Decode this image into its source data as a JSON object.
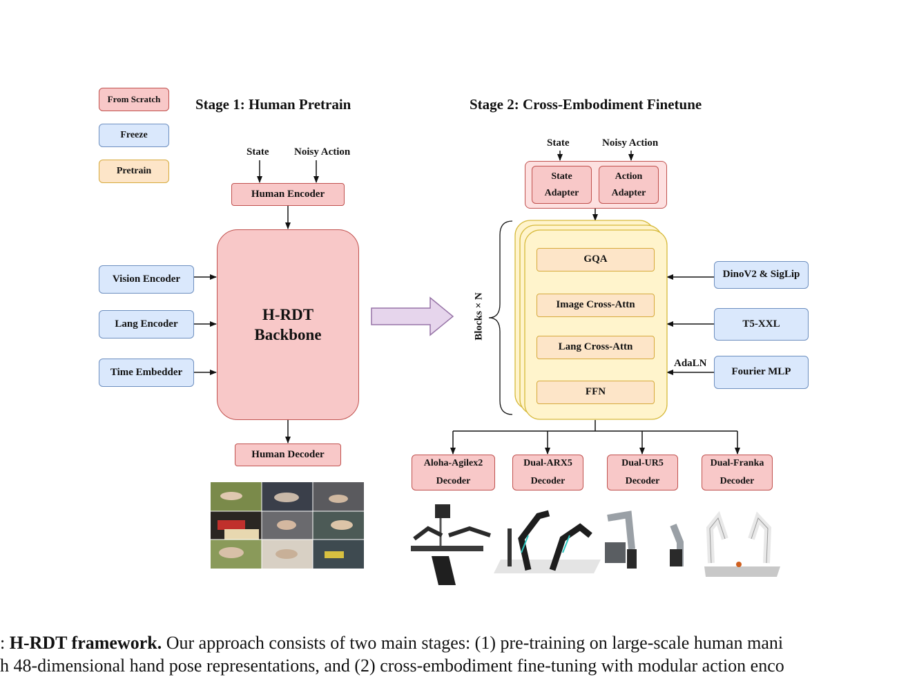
{
  "legend": {
    "from_scratch": "From Scratch",
    "freeze": "Freeze",
    "pretrain": "Pretrain"
  },
  "stage1": {
    "title": "Stage 1:  Human Pretrain",
    "state": "State",
    "noisy_action": "Noisy Action",
    "encoder": "Human Encoder",
    "backbone_line1": "H-RDT",
    "backbone_line2": "Backbone",
    "vision_encoder": "Vision Encoder",
    "lang_encoder": "Lang Encoder",
    "time_embedder": "Time Embedder",
    "decoder": "Human Decoder"
  },
  "stage2": {
    "title": "Stage 2:  Cross-Embodiment  Finetune",
    "state": "State",
    "noisy_action": "Noisy Action",
    "state_adapter_1": "State",
    "state_adapter_2": "Adapter",
    "action_adapter_1": "Action",
    "action_adapter_2": "Adapter",
    "blocks_label": "Blocks × N",
    "gqa": "GQA",
    "image_cross_attn": "Image Cross-Attn",
    "lang_cross_attn": "Lang Cross-Attn",
    "ffn": "FFN",
    "dinov2_siglip": "DinoV2 & SigLip",
    "t5_xxl": "T5-XXL",
    "fourier_mlp": "Fourier MLP",
    "adaln": "AdaLN",
    "decoders": [
      {
        "line1": "Aloha-Agilex2",
        "line2": "Decoder"
      },
      {
        "line1": "Dual-ARX5",
        "line2": "Decoder"
      },
      {
        "line1": "Dual-UR5",
        "line2": "Decoder"
      },
      {
        "line1": "Dual-Franka",
        "line2": "Decoder"
      }
    ]
  },
  "caption": {
    "prefix": ": ",
    "bold": "H-RDT framework.",
    "line1_rest": " Our approach consists of two main stages: (1) pre-training on large-scale human mani",
    "line2": "h 48-dimensional hand pose representations, and (2) cross-embodiment fine-tuning with modular action enco"
  },
  "colors": {
    "scratch_fill": "#f8c8c8",
    "scratch_border": "#c0504d",
    "freeze_fill": "#dae8fc",
    "freeze_border": "#6c8ebf",
    "pretrain_fill": "#fde5c8",
    "pretrain_border": "#d6a93a",
    "block_fill": "#fff4cc",
    "arrow_fill": "#e6d5ec",
    "arrow_border": "#9673a6"
  }
}
